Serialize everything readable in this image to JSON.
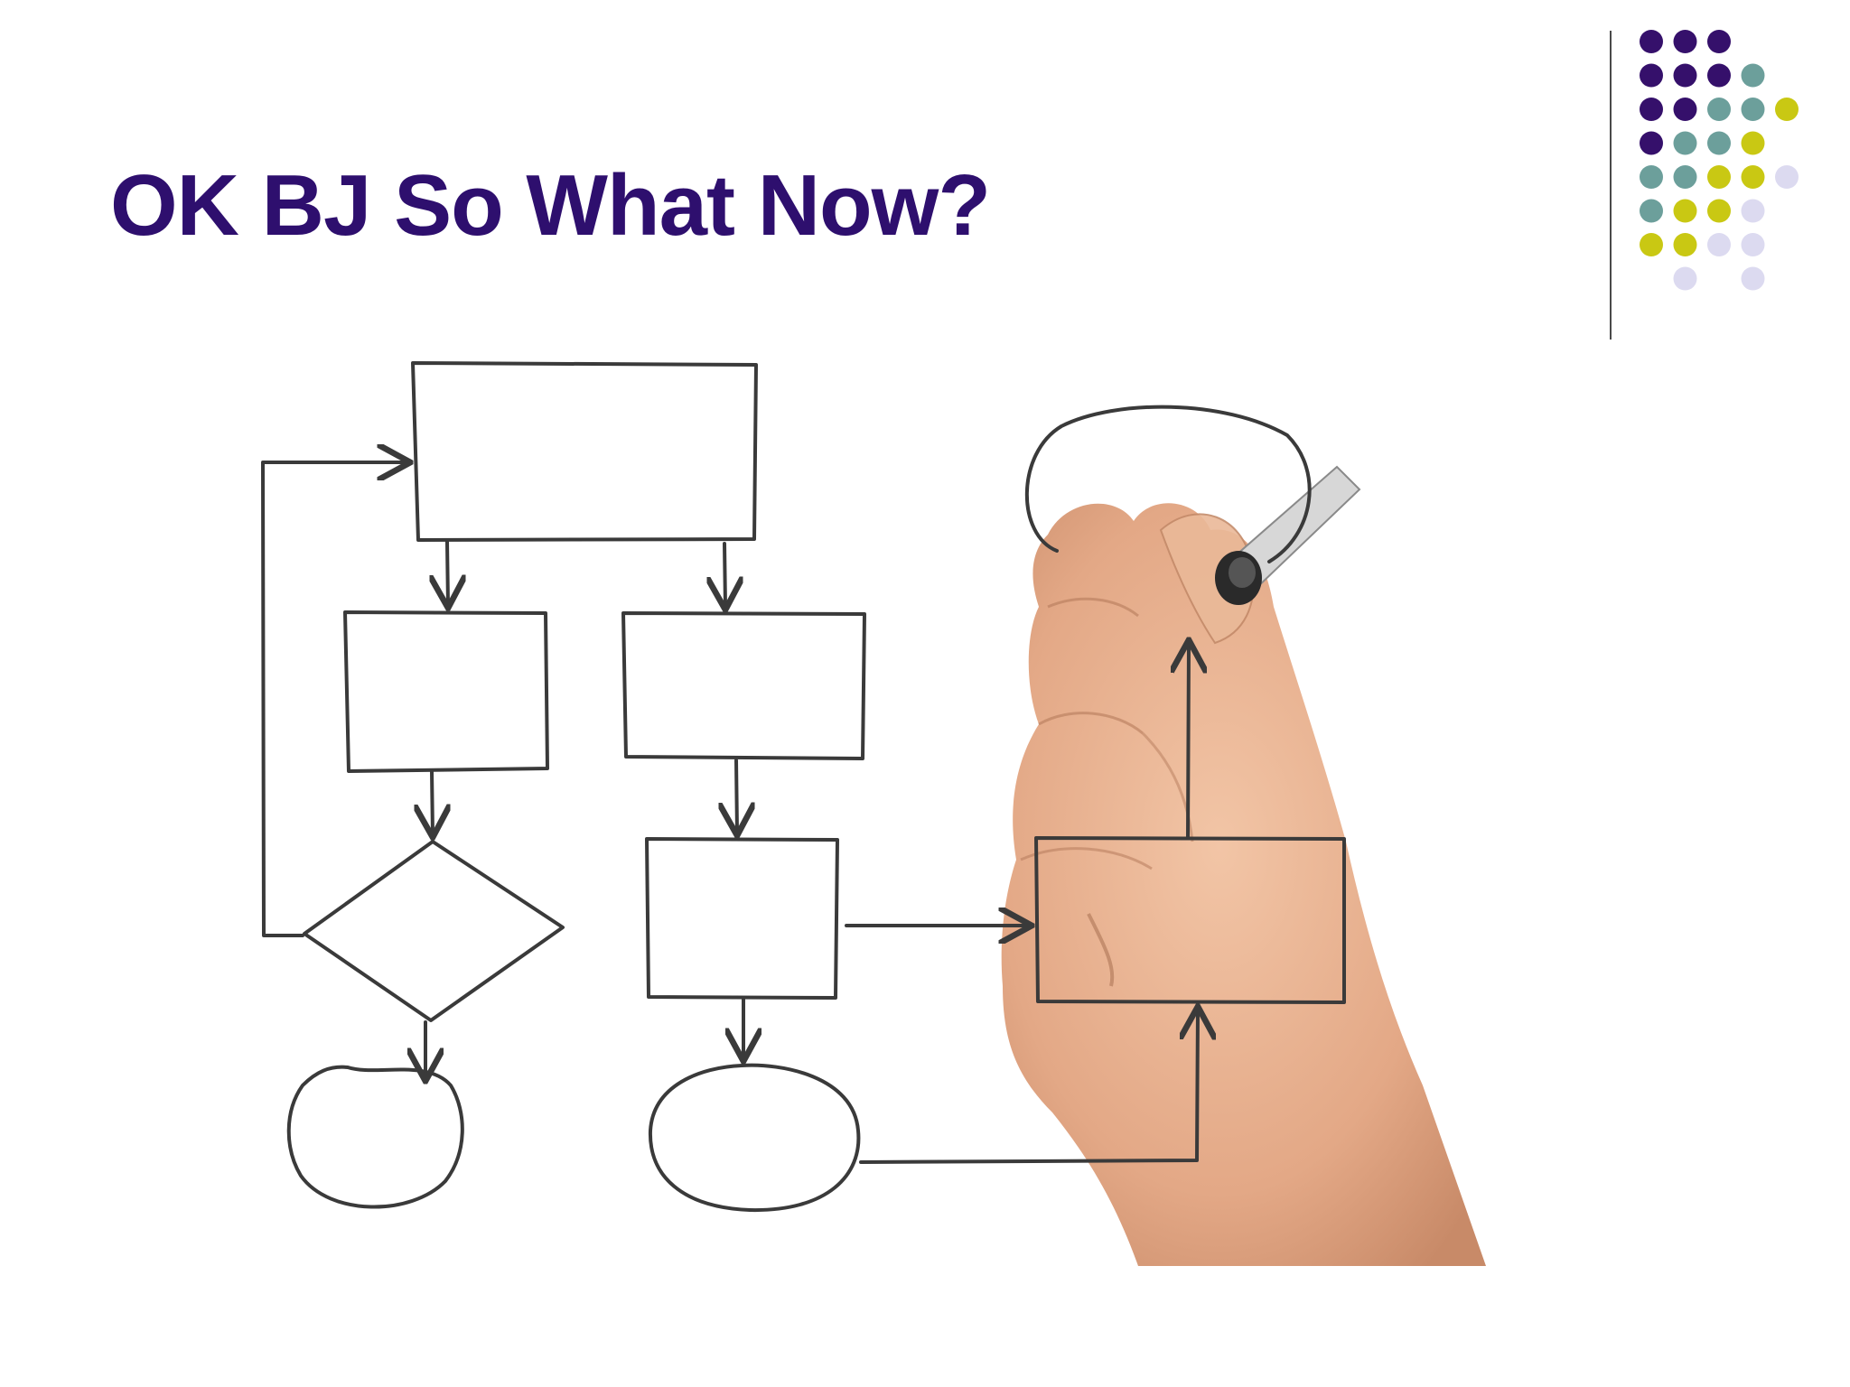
{
  "slide": {
    "title": "OK BJ So What Now?"
  },
  "colors": {
    "title": "#2e0f6e",
    "dot_purple": "#35106b",
    "dot_teal": "#6c9f9b",
    "dot_yellow": "#c9c813",
    "dot_lavender": "#dcdaf0",
    "ink": "#3a3a3a",
    "skin": "#e8b493",
    "skin_shadow": "#c98d6b"
  },
  "decor": {
    "dot_grid": [
      [
        "purple",
        "purple",
        "purple",
        "",
        "",
        ""
      ],
      [
        "purple",
        "purple",
        "purple",
        "teal",
        "",
        ""
      ],
      [
        "purple",
        "purple",
        "teal",
        "teal",
        "yellow",
        ""
      ],
      [
        "purple",
        "teal",
        "teal",
        "yellow",
        "",
        ""
      ],
      [
        "teal",
        "teal",
        "yellow",
        "yellow",
        "lavender",
        ""
      ],
      [
        "teal",
        "yellow",
        "yellow",
        "lavender",
        "",
        ""
      ],
      [
        "yellow",
        "yellow",
        "lavender",
        "lavender",
        "",
        ""
      ],
      [
        "",
        "lavender",
        "",
        "lavender",
        "",
        ""
      ]
    ]
  },
  "illustration": {
    "icon": "flowchart-hand-drawing-icon"
  }
}
